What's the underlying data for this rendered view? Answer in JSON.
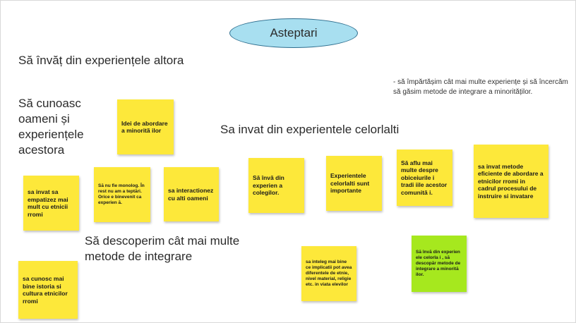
{
  "colors": {
    "sticky_yellow": "#fde83a",
    "sticky_green": "#a6e81e",
    "ellipse_fill": "#a8dff0"
  },
  "title": "Asteptari",
  "headings": {
    "h1": "Să învăț din experiențele altora",
    "h2": "Să cunoasc oameni și experiențele acestora",
    "h3": "Sa invat din experientele celorlalti",
    "h4": "Să descoperim cât mai multe metode de integrare"
  },
  "side_note": "- să împărtășim cât mai multe experiențe și să încercăm să găsim metode de integrare a minorităților.",
  "stickies": [
    "Idei de abordare a minoritã ilor",
    "sa invat sa empatizez mai mult cu etnicii rromi",
    "Să nu fie monolog. În rest nu am a teptări. Orice e binevenit ca experien ă.",
    "sa interactionez cu alti oameni",
    "Să învă din experien a colegilor.",
    "Experientele celorlalti sunt importante",
    "Să aflu mai multe despre obiceiurile i tradi iile acestor comunită i.",
    "sa invat metode eficiente de abordare a etnicilor rromi in cadrul procesului de instruire si invatare",
    "sa cunosc mai bine istoria si cultura etnicilor rromi",
    "sa inteleg mai bine ce implicatii pot avea diferentele de etnie, nivel material, religie etc. in viata elevilor",
    "Să învă din experien ele celorla i , să descopăr metode de integrare a minorită ilor."
  ]
}
